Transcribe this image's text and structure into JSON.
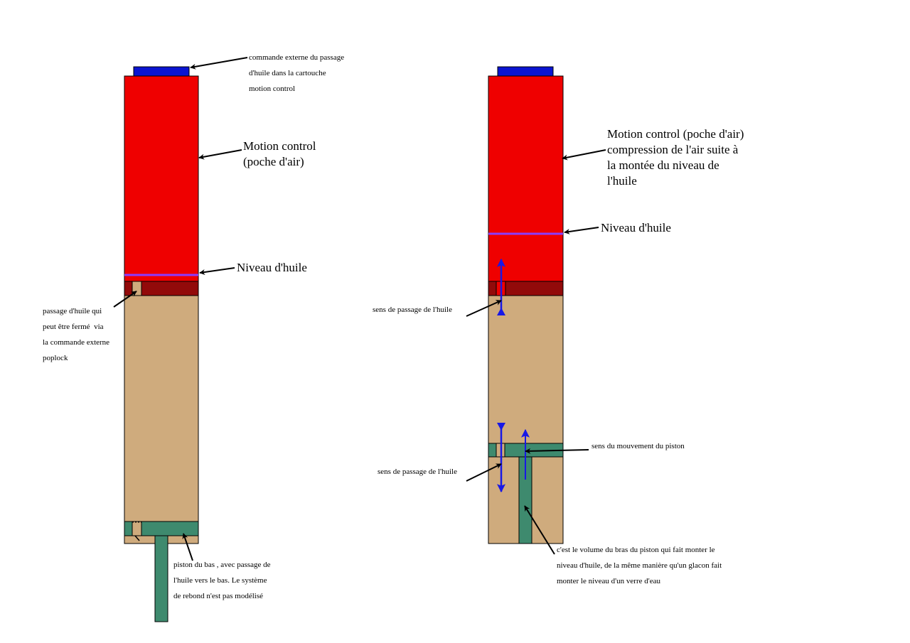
{
  "colors": {
    "blue": "#0a14d2",
    "red": "#ef0000",
    "dark_red": "#920a0a",
    "tan": "#cfab7d",
    "green": "#3e8a6e",
    "oil_line": "#8a3cff",
    "arrow_blue": "#1818e6"
  },
  "left": {
    "commande_externe": "commande externe du passage\nd'huile dans la cartouche\nmotion control",
    "motion_control": "Motion control\n(poche d'air)",
    "niveau": "Niveau d'huile",
    "passage": "passage d'huile qui\npeut être fermé  via\nla commande externe\npoplock",
    "piston": "piston du bas , avec passage de\nl'huile vers le bas. Le système\nde rebond n'est pas modélisé"
  },
  "right": {
    "motion_control": "Motion control (poche d'air)\ncompression de l'air suite à\nla montée du niveau de\nl'huile",
    "niveau": "Niveau d'huile",
    "sens_passage_1": "sens de passage de l'huile",
    "sens_mouvement": "sens du mouvement du piston",
    "sens_passage_2": "sens de passage de l'huile",
    "volume": "c'est le volume du bras du piston qui fait monter le\nniveau d'huile, de la même manière qu'un glacon fait\nmonter le niveau d'un verre d'eau"
  }
}
